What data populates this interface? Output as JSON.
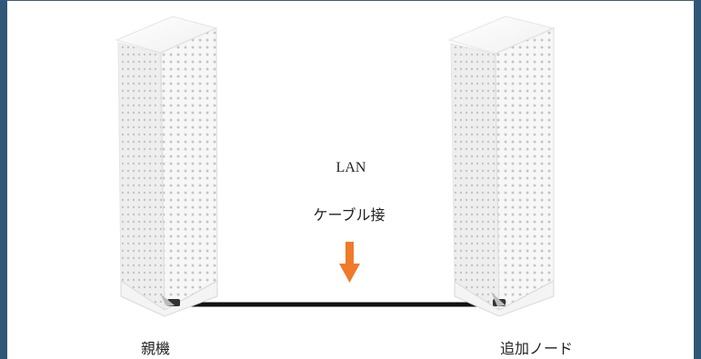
{
  "labels": {
    "lan": "LAN",
    "cable_connection": "ケーブル接",
    "parent_node": "親機",
    "additional_node": "追加ノード"
  },
  "colors": {
    "frame": "#2f5778",
    "arrow": "#f07a2a",
    "cable": "#111111",
    "router_body": "#f6f6f6"
  },
  "icons": {
    "parent_router": "mesh-router-icon",
    "child_router": "mesh-router-icon",
    "arrow": "arrow-down-icon"
  }
}
